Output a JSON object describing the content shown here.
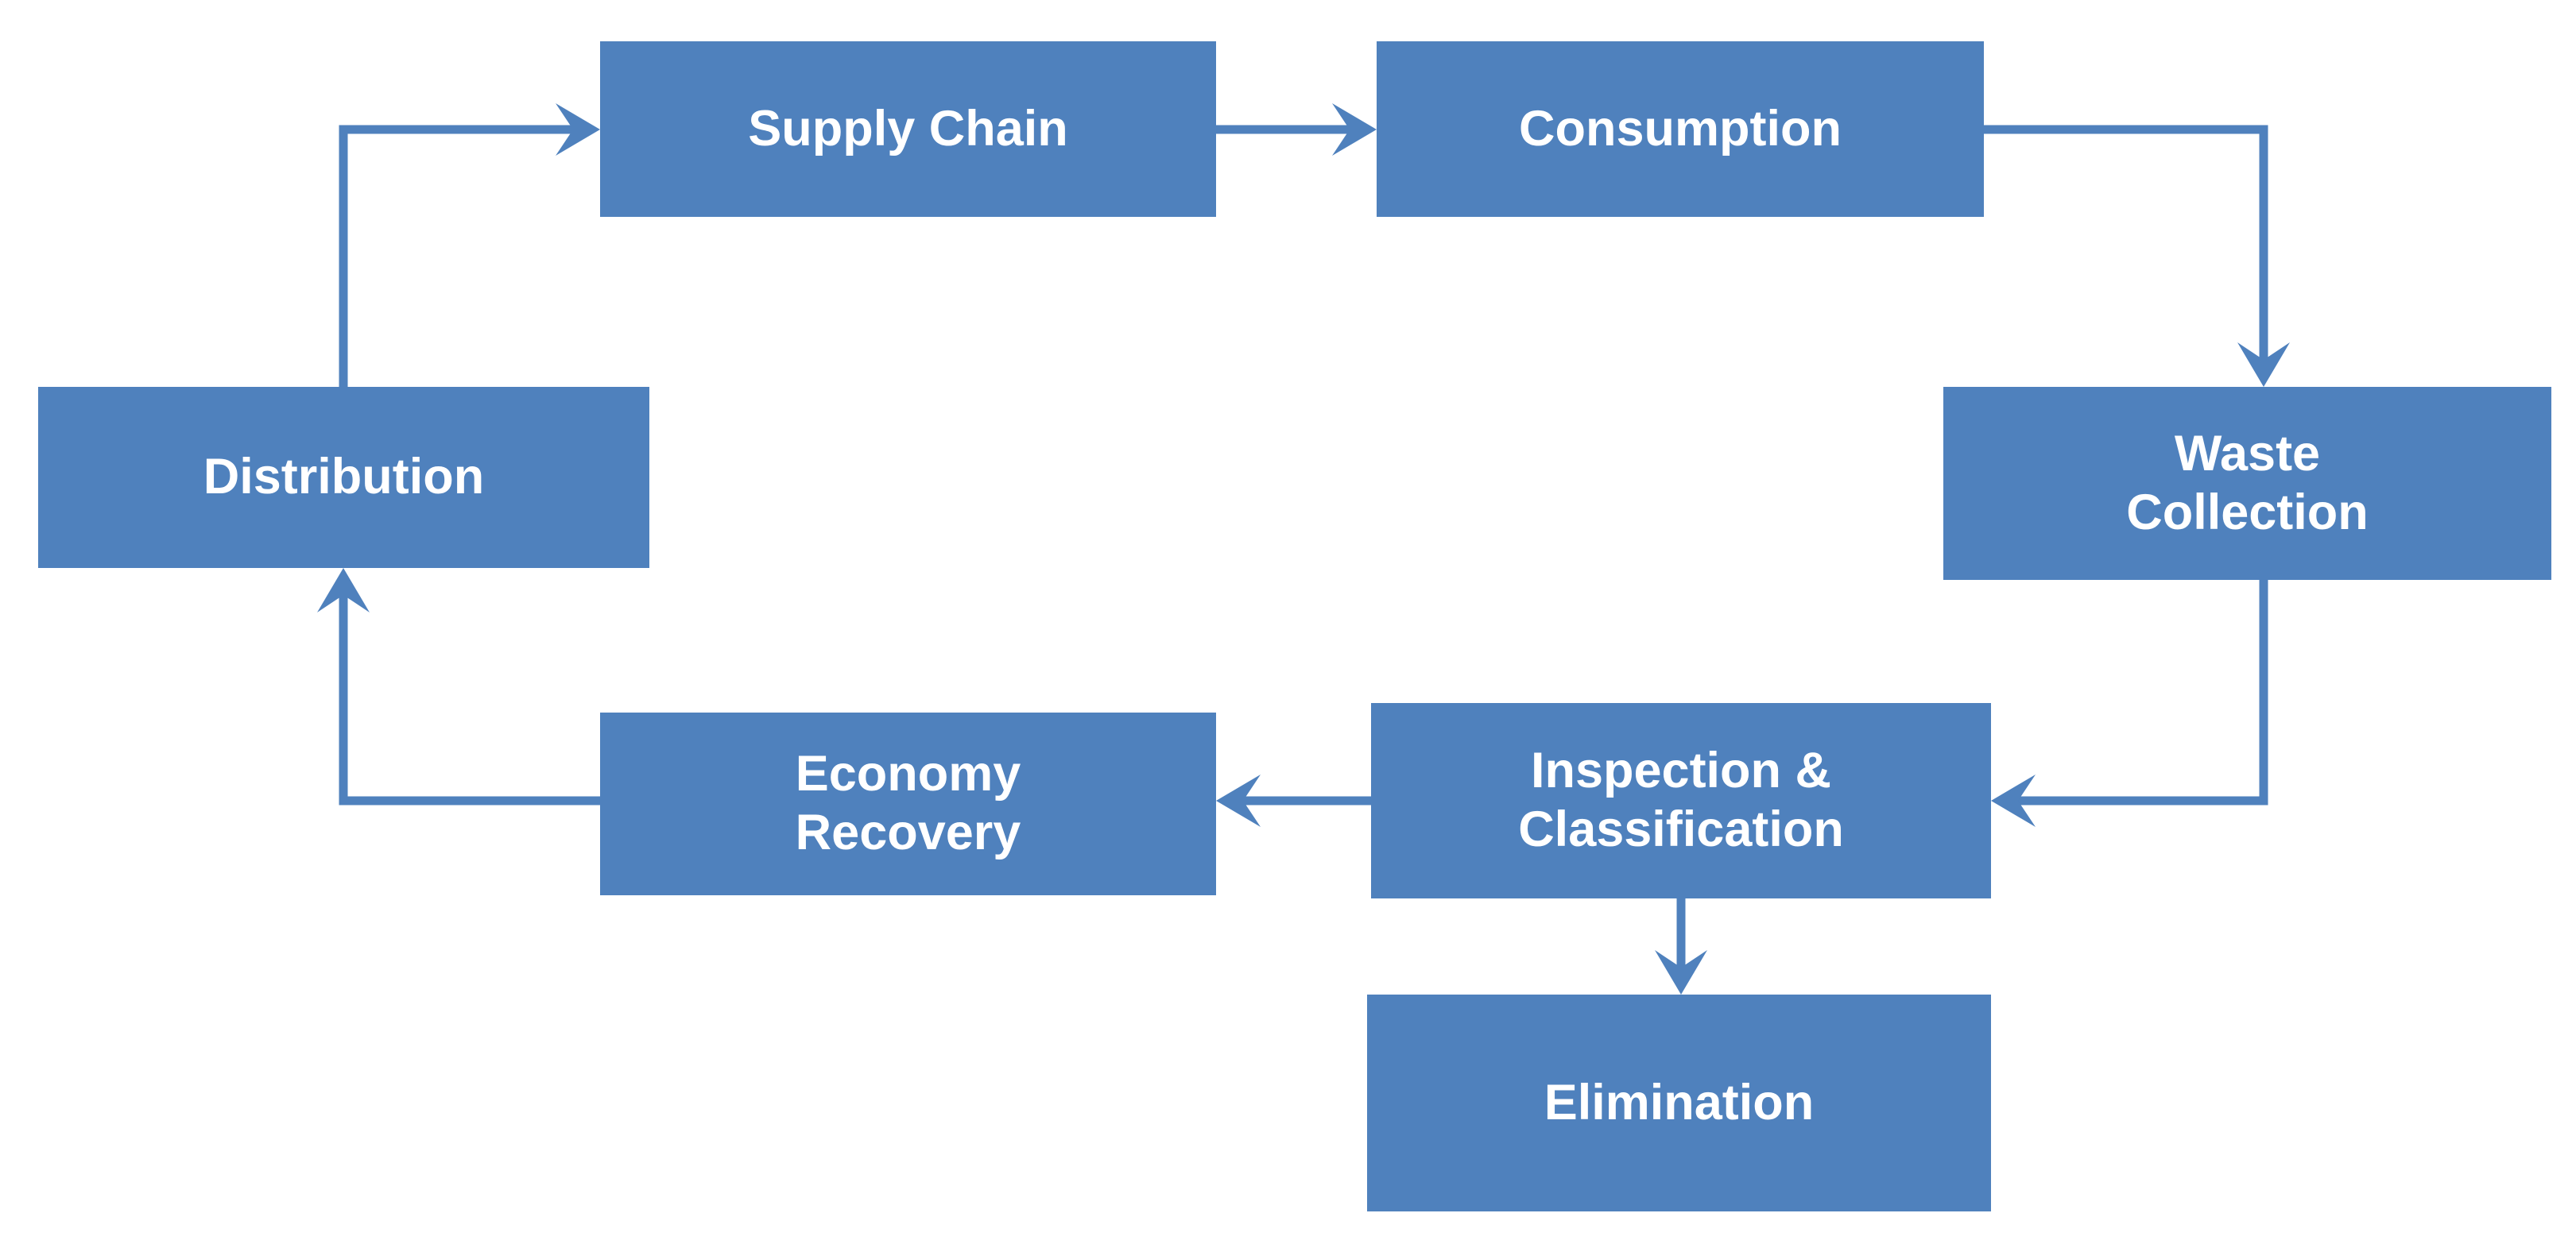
{
  "diagram": {
    "type": "flowchart-cycle",
    "background_color": "#ffffff",
    "accent_color": "#4f81bd",
    "node_text_color": "#ffffff",
    "nodes": [
      {
        "id": "supply-chain",
        "label": "Supply Chain"
      },
      {
        "id": "consumption",
        "label": "Consumption"
      },
      {
        "id": "waste-collection",
        "label": "Waste\nCollection"
      },
      {
        "id": "inspection-classification",
        "label": "Inspection &\nClassification"
      },
      {
        "id": "economy-recovery",
        "label": "Economy\nRecovery"
      },
      {
        "id": "distribution",
        "label": "Distribution"
      },
      {
        "id": "elimination",
        "label": "Elimination"
      }
    ],
    "edges": [
      {
        "from": "distribution",
        "to": "supply-chain"
      },
      {
        "from": "supply-chain",
        "to": "consumption"
      },
      {
        "from": "consumption",
        "to": "waste-collection"
      },
      {
        "from": "waste-collection",
        "to": "inspection-classification"
      },
      {
        "from": "inspection-classification",
        "to": "economy-recovery"
      },
      {
        "from": "inspection-classification",
        "to": "elimination"
      },
      {
        "from": "economy-recovery",
        "to": "distribution"
      }
    ]
  }
}
